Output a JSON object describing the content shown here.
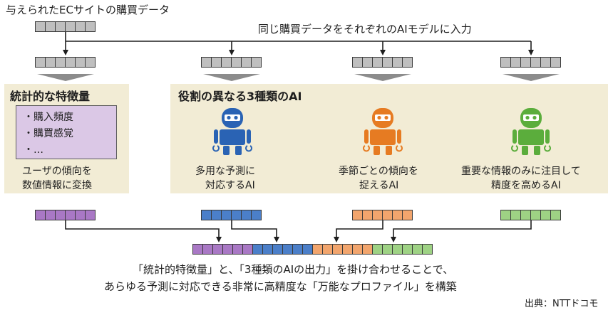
{
  "header": {
    "title": "与えられたECサイトの購買データ",
    "sharing_note": "同じ購買データをそれぞれのAIモデルに入力"
  },
  "stats_panel": {
    "title": "統計的な特徴量",
    "items": [
      "・購入頻度",
      "・購買感覚",
      "・…"
    ],
    "caption_line1": "ユーザの傾向を",
    "caption_line2": "数値情報に変換"
  },
  "ai_panel": {
    "title": "役割の異なる3種類のAI",
    "robots": [
      {
        "icon": "robot-icon",
        "color": "#2a63b4",
        "line1": "多用な予測に",
        "line2": "対応するAI"
      },
      {
        "icon": "robot-icon",
        "color": "#e67b22",
        "line1": "季節ごとの傾向を",
        "line2": "捉えるAI"
      },
      {
        "icon": "robot-icon",
        "color": "#5bad3c",
        "line1": "重要な情報のみに注目して",
        "line2": "精度を高めるAI"
      }
    ]
  },
  "colors": {
    "gray": "#bfbfbf",
    "purple": "#a978c5",
    "blue": "#4b7fc9",
    "orange": "#f2a56d",
    "green": "#9ed284"
  },
  "footer": {
    "line1": "「統計的特徴量」と、「3種類のAIの出力」を掛け合わせることで、",
    "line2": "あらゆる予測に対応できる非常に高精度な「万能なプロファイル」を構築",
    "source": "出典：NTTドコモ"
  }
}
